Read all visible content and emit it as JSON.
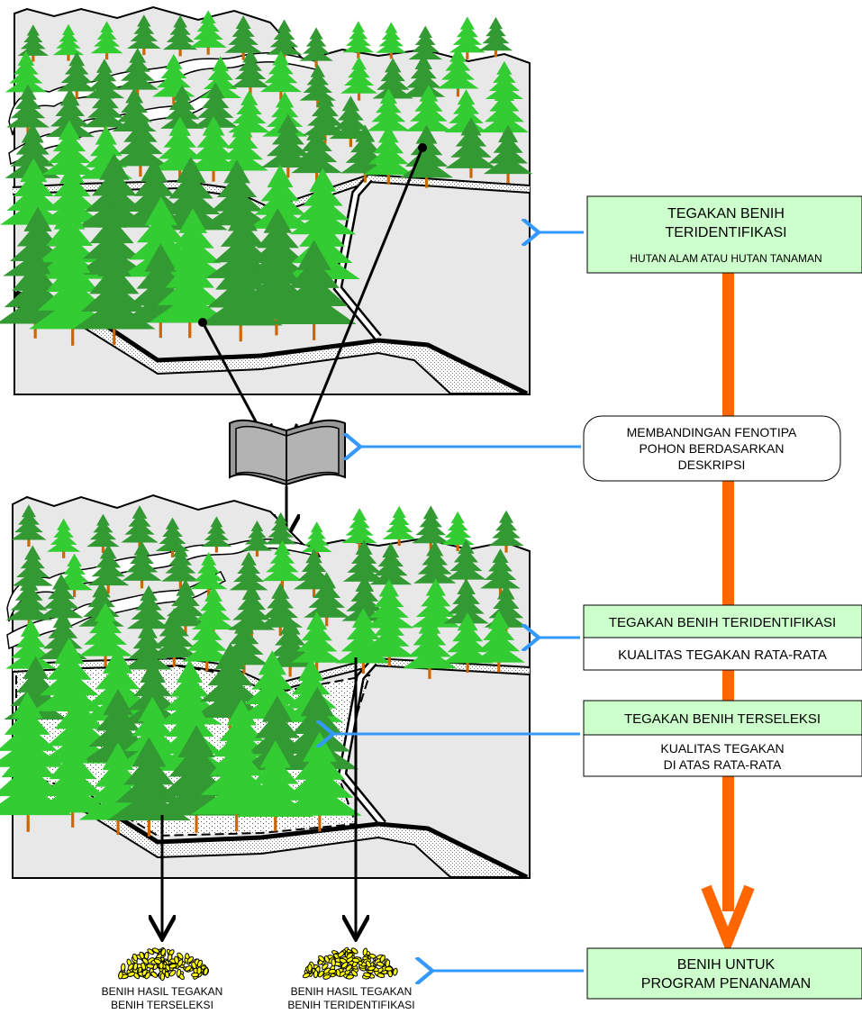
{
  "boxes": {
    "stand_identified": {
      "title_line1": "TEGAKAN BENIH",
      "title_line2": "TERIDENTIFIKASI",
      "subtitle": "HUTAN ALAM  ATAU HUTAN  TANAMAN"
    },
    "compare_phenotype": {
      "line1": "MEMBANDINGAN FENOTIPA",
      "line2": "POHON BERDASARKAN",
      "line3": "DESKRIPSI"
    },
    "stand_identified_2": {
      "title": "TEGAKAN BENIH TERIDENTIFIKASI",
      "subtitle": "KUALITAS TEGAKAN RATA-RATA"
    },
    "stand_selected": {
      "title": "TEGAKAN BENIH TERSELEKSI",
      "subtitle_line1": "KUALITAS TEGAKAN",
      "subtitle_line2": "DI ATAS RATA-RATA"
    },
    "seed_program": {
      "line1": "BENIH UNTUK",
      "line2": "PROGRAM PENANAMAN"
    }
  },
  "seed_labels": {
    "left_line1": "BENIH HASIL TEGAKAN",
    "left_line2": "BENIH TERSELEKSI",
    "right_line1": "BENIH HASIL TEGAKAN",
    "right_line2": "BENIH TERIDENTIFIKASI"
  },
  "colors": {
    "box_fill": "#ccffcc",
    "flow_arrow": "#ff6600",
    "pointer_arrow": "#3399ff",
    "tree_trunk": "#cc6600",
    "tree_dark": "#339933",
    "tree_light": "#33cc33",
    "seed": "#ffff00"
  }
}
